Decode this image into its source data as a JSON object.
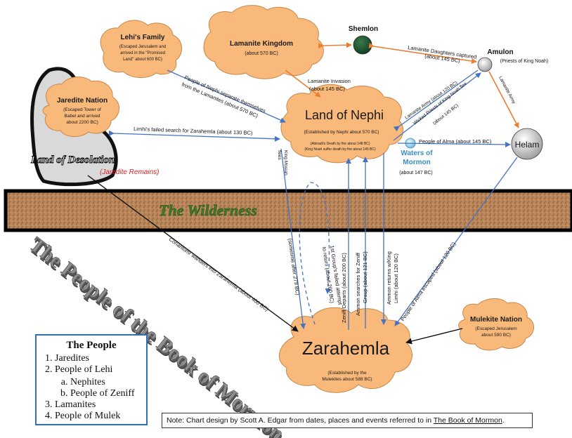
{
  "title": "The People of the Book of Mormon",
  "wilderness": "The Wilderness",
  "desolation": {
    "name": "Land of Desolation",
    "sub": "(Jaredite Remains)"
  },
  "clouds": {
    "lehi": {
      "l1": "Lehi's Family",
      "l2": "(Escaped Jerusalem and",
      "l3": "arrived in the \"Promised",
      "l4": "Land\" about 600 BC)"
    },
    "lamanite_kingdom": {
      "l1": "Lamanite Kingdom",
      "l2": "(about 570 BC)"
    },
    "jaredite": {
      "l1": "Jaredite Nation",
      "l2": "(Escaped Tower of",
      "l3": "Babel and arrived",
      "l4": "about 2200 BC)"
    },
    "nephi": {
      "l1": "Land of Nephi",
      "l2": "(Established by Nephi about 570 BC)",
      "l3": "(Abinadi's Death by fire about 148 BC)",
      "l4": "(King Noah suffer death by fire about 145 BC)"
    },
    "zarahemla": {
      "l1": "Zarahemla",
      "l2": "(Established by the",
      "l3": "Mulekites about 588 BC)"
    },
    "mulekite": {
      "l1": "Mulekite Nation",
      "l2": "(Escaped Jerusalem",
      "l3": "about 590 BC)"
    }
  },
  "places": {
    "shemlon": "Shemlon",
    "amulon": {
      "name": "Amulon",
      "sub": "(Priests of King Noah)"
    },
    "helam": "Helam",
    "waters": {
      "l1": "Waters of",
      "l2": "Mormon",
      "l3": "(about 147 BC)"
    }
  },
  "labels": {
    "daughters": "Lamanite Daughters captured",
    "daughters_date": "(about 145 BC)",
    "invasion": "Lamanite Invasion",
    "invasion_date": "(about 145 BC)",
    "nephi_sep1": "People of Nephi separate themselves",
    "nephi_sep2": "from the Lamanites (about 570 BC)",
    "limhi": "Limhi's failed search for Zarahemla (about 130 BC)",
    "army1": "Lamanite Army (about 120 BC)",
    "priests1": "Wicked Priests of King Noah flee",
    "priests2": "(about 145 BC)",
    "army2": "Lamanite Army",
    "alma": "People of Alma (about 145 BC)",
    "mosiah1": "King Mosiah",
    "mosiah2": "flees",
    "mosiah_date": "(sometime after 279 BC)",
    "first1": "1st Group's failed  attempt",
    "first2": "to return (about 200 BC)",
    "zeniff": "Zeniff Departs (about 200 BC)",
    "ammon1": "Ammon searches for Zeniff",
    "ammon2": "Group (about 121 BC)",
    "ammon_ret1": "Ammon returns w/King",
    "ammon_ret2": "Limhi (about 120 BC)",
    "alma_esc": "People of Alma escaped  (about 120 BC)",
    "coriantumr": "Coriantomr wanders into Zarahemla (about 400 BC)"
  },
  "legend": {
    "title": "The People",
    "items": [
      "Jaredites",
      "People of Lehi",
      "Lamanites",
      "People of Mulek"
    ],
    "sub_items": [
      "Nephites",
      "People of Zeniff"
    ]
  },
  "note": {
    "prefix": "Note: Chart design by Scott A. Edgar from dates, places and events referred to in ",
    "book": "The Book of Mormon",
    "suffix": "."
  },
  "colors": {
    "cloud": "#f8b97a",
    "blue_arrow": "#4472c4",
    "orange_arrow": "#ed7d31",
    "wilderness": "#b9855a",
    "legend_border": "#2e6fb5"
  }
}
